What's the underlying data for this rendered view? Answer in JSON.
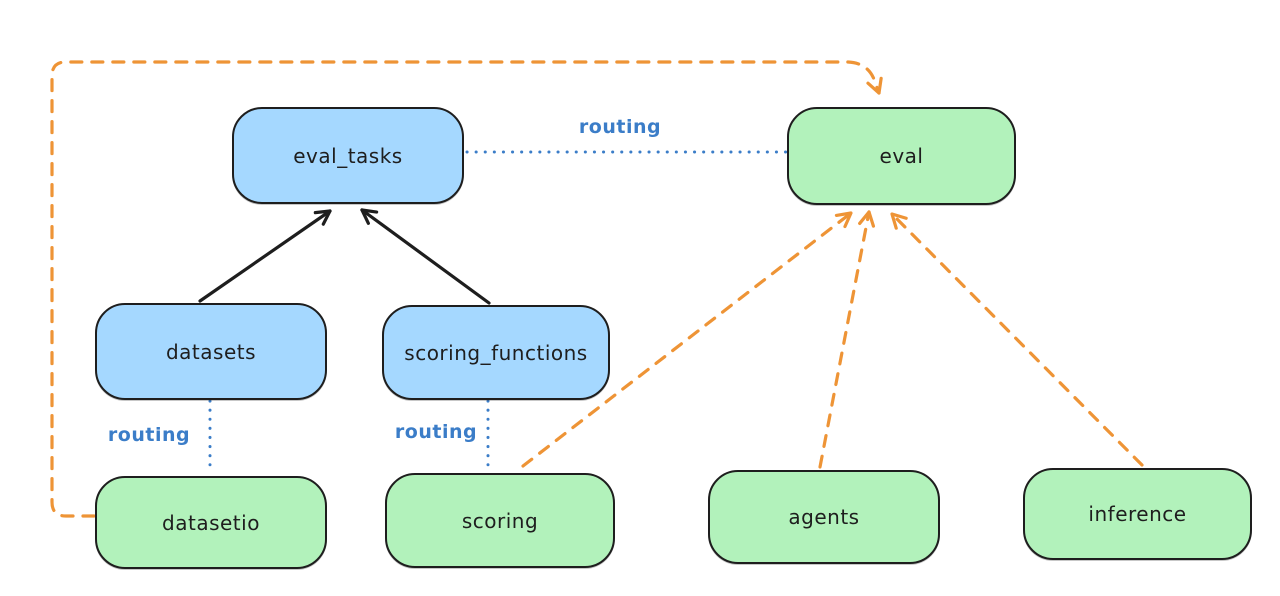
{
  "colors": {
    "stroke": "#1e1e1e",
    "blue_fill": "#a5d8ff",
    "green_fill": "#b2f2bb",
    "orange": "#ee9436",
    "blue_line": "#3b7dc8",
    "background": "#ffffff"
  },
  "nodes": {
    "eval_tasks": {
      "label": "eval_tasks",
      "color": "blue"
    },
    "eval": {
      "label": "eval",
      "color": "green"
    },
    "datasets": {
      "label": "datasets",
      "color": "blue"
    },
    "scoring_functions": {
      "label": "scoring_functions",
      "color": "blue"
    },
    "datasetio": {
      "label": "datasetio",
      "color": "green"
    },
    "scoring": {
      "label": "scoring",
      "color": "green"
    },
    "agents": {
      "label": "agents",
      "color": "green"
    },
    "inference": {
      "label": "inference",
      "color": "green"
    }
  },
  "edges": {
    "eval_tasks_to_eval": {
      "label": "routing",
      "style": "dotted-blue"
    },
    "datasets_to_datasetio": {
      "label": "routing",
      "style": "dotted-blue"
    },
    "scoring_functions_to_scoring": {
      "label": "routing",
      "style": "dotted-blue"
    },
    "datasets_to_eval_tasks": {
      "style": "solid-black-arrow"
    },
    "scoring_functions_to_eval_tasks": {
      "style": "solid-black-arrow"
    },
    "datasetio_to_eval": {
      "style": "dashed-orange-arrow"
    },
    "scoring_to_eval": {
      "style": "dashed-orange-arrow"
    },
    "agents_to_eval": {
      "style": "dashed-orange-arrow"
    },
    "inference_to_eval": {
      "style": "dashed-orange-arrow"
    }
  }
}
